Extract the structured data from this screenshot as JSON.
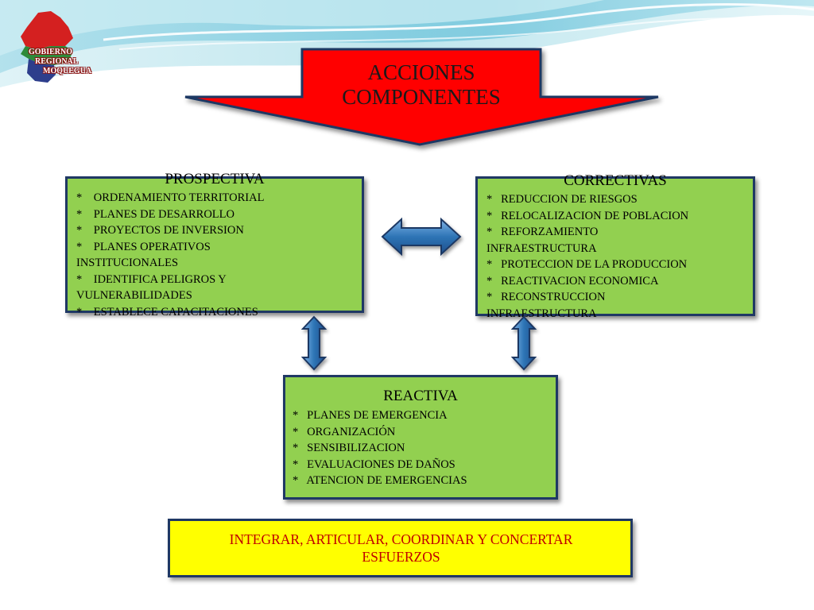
{
  "logo": {
    "lines": [
      "GOBIERNO",
      "REGIONAL",
      "MOQUEGUA"
    ]
  },
  "title": {
    "lines": [
      "ACCIONES",
      "COMPONENTES"
    ]
  },
  "prospectiva": {
    "heading": "PROSPECTIVA",
    "items": [
      "*    ORDENAMIENTO TERRITORIAL",
      "*    PLANES DE DESARROLLO",
      "*    PROYECTOS DE INVERSION",
      "*    PLANES OPERATIVOS",
      "INSTITUCIONALES",
      "*    IDENTIFICA PELIGROS Y",
      "VULNERABILIDADES",
      "*    ESTABLECE CAPACITACIONES"
    ]
  },
  "correctivas": {
    "heading": "CORRECTIVAS",
    "items": [
      "*   REDUCCION DE RIESGOS",
      "*   RELOCALIZACION DE POBLACION",
      "*   REFORZAMIENTO",
      "INFRAESTRUCTURA",
      "*   PROTECCION DE LA PRODUCCION",
      "*   REACTIVACION ECONOMICA",
      "*   RECONSTRUCCION",
      "INFRAESTRUCTURA"
    ]
  },
  "reactiva": {
    "heading": "REACTIVA",
    "items": [
      "*   PLANES DE EMERGENCIA",
      "*   ORGANIZACIÓN",
      "*   SENSIBILIZACION",
      "*   EVALUACIONES DE DAÑOS",
      "*   ATENCION DE EMERGENCIAS"
    ]
  },
  "footer": {
    "lines": [
      "INTEGRAR, ARTICULAR, COORDINAR Y CONCERTAR",
      "ESFUERZOS"
    ]
  },
  "colors": {
    "box_fill": "#92d050",
    "box_border": "#1f3864",
    "title_arrow": "#ff0000",
    "connector_arrow": "#2e75b6",
    "footer_fill": "#ffff00",
    "footer_text": "#c00000"
  }
}
